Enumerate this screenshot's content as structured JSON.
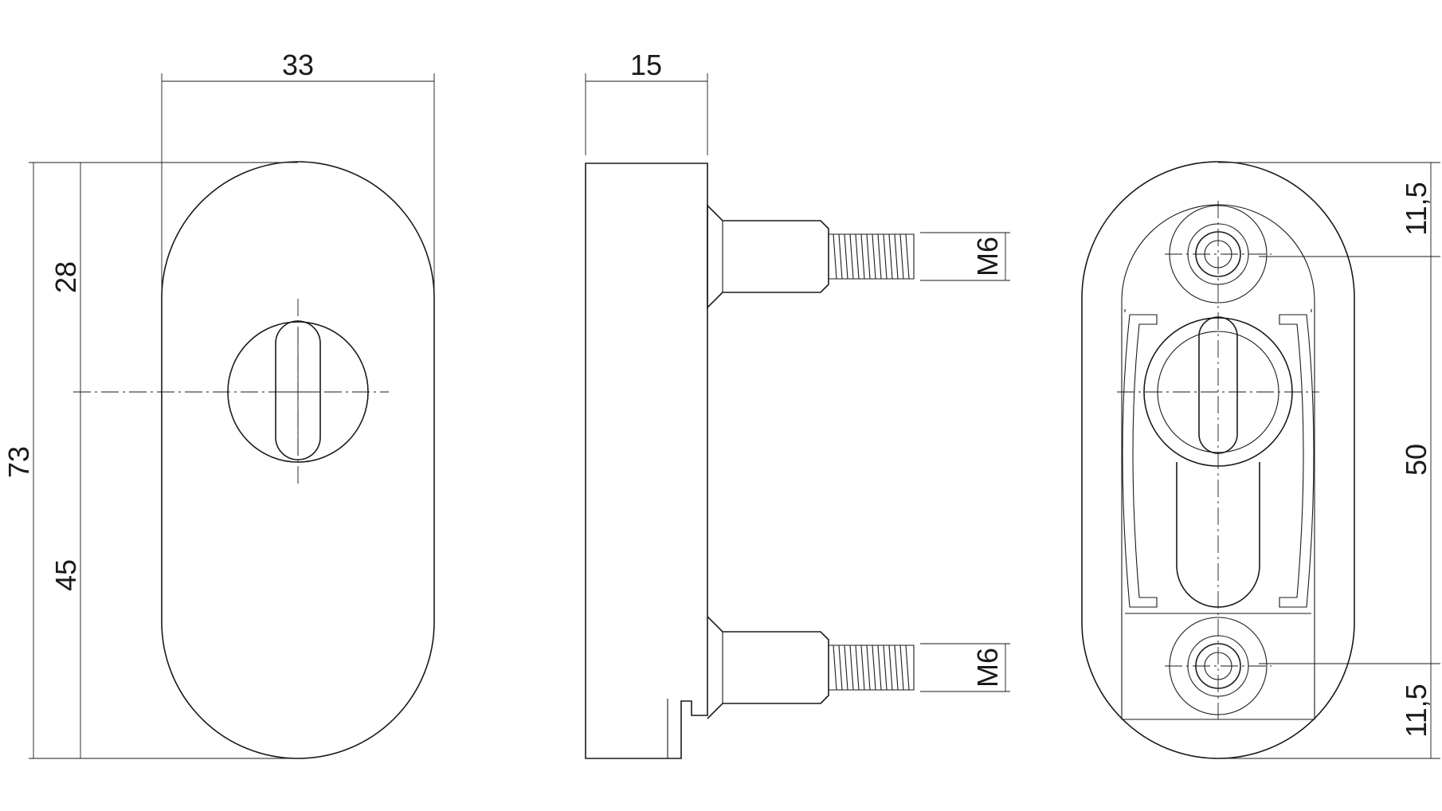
{
  "front_view": {
    "width_label": "33",
    "height_label": "73",
    "upper_label": "28",
    "lower_label": "45"
  },
  "side_view": {
    "depth_label": "15",
    "thread_top_label": "M6",
    "thread_bottom_label": "M6"
  },
  "back_view": {
    "top_offset_label": "11,5",
    "spacing_label": "50",
    "bottom_offset_label": "11,5"
  }
}
